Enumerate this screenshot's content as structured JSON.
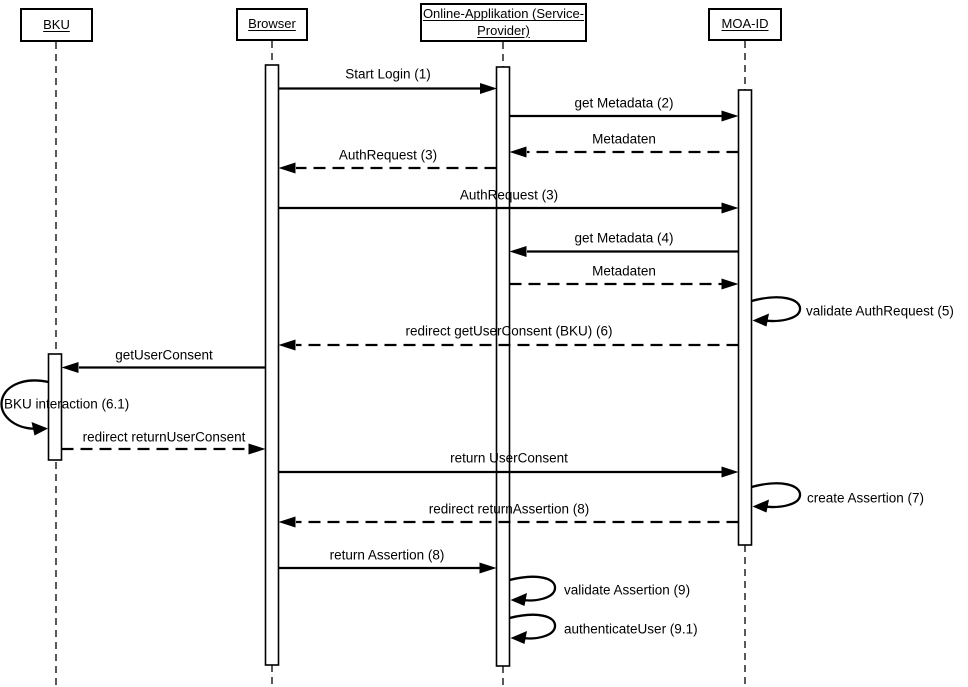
{
  "diagram": {
    "kind": "uml-sequence-diagram",
    "colors": {
      "line": "#000000",
      "background": "#ffffff",
      "text": "#000000"
    },
    "participants": [
      {
        "id": "bku",
        "label": "BKU"
      },
      {
        "id": "browser",
        "label": "Browser"
      },
      {
        "id": "service-provider",
        "label": "Online-Applikation (Service-\nProvider)"
      },
      {
        "id": "moa-id",
        "label": "MOA-ID"
      }
    ],
    "messages": [
      {
        "label": "Start Login (1)",
        "from": "browser",
        "to": "service-provider",
        "line": "solid"
      },
      {
        "label": "get Metadata (2)",
        "from": "service-provider",
        "to": "moa-id",
        "line": "solid"
      },
      {
        "label": "Metadaten",
        "from": "moa-id",
        "to": "service-provider",
        "line": "dashed"
      },
      {
        "label": "AuthRequest (3)",
        "from": "service-provider",
        "to": "browser",
        "line": "dashed"
      },
      {
        "label": "AuthRequest (3)",
        "from": "browser",
        "to": "moa-id",
        "line": "solid"
      },
      {
        "label": "get Metadata (4)",
        "from": "moa-id",
        "to": "service-provider",
        "line": "solid"
      },
      {
        "label": "Metadaten",
        "from": "service-provider",
        "to": "moa-id",
        "line": "dashed"
      },
      {
        "label": "validate AuthRequest (5)",
        "from": "moa-id",
        "to": "moa-id",
        "line": "self"
      },
      {
        "label": "redirect getUserConsent (BKU) (6)",
        "from": "moa-id",
        "to": "browser",
        "line": "dashed"
      },
      {
        "label": "getUserConsent",
        "from": "browser",
        "to": "bku",
        "line": "solid"
      },
      {
        "label": "BKU interaction (6.1)",
        "from": "bku",
        "to": "bku",
        "line": "self"
      },
      {
        "label": "redirect returnUserConsent",
        "from": "bku",
        "to": "browser",
        "line": "dashed"
      },
      {
        "label": "return UserConsent",
        "from": "browser",
        "to": "moa-id",
        "line": "solid"
      },
      {
        "label": "create Assertion (7)",
        "from": "moa-id",
        "to": "moa-id",
        "line": "self"
      },
      {
        "label": "redirect returnAssertion (8)",
        "from": "moa-id",
        "to": "browser",
        "line": "dashed"
      },
      {
        "label": "return Assertion (8)",
        "from": "browser",
        "to": "service-provider",
        "line": "solid"
      },
      {
        "label": "validate Assertion (9)",
        "from": "service-provider",
        "to": "service-provider",
        "line": "self"
      },
      {
        "label": "authenticateUser (9.1)",
        "from": "service-provider",
        "to": "service-provider",
        "line": "self"
      }
    ]
  }
}
